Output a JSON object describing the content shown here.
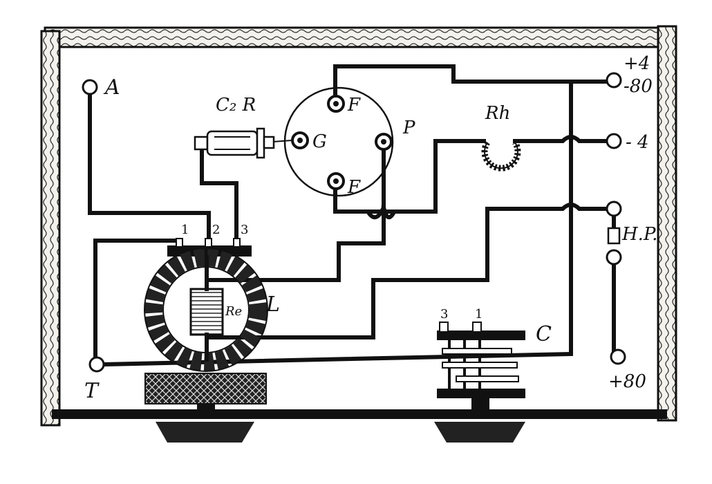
{
  "colors": {
    "ink": "#111111",
    "wood": "#f4f2ec",
    "paper": "#ffffff"
  },
  "labels": {
    "aerial": "A",
    "earth": "T",
    "condenser_resistor": "C₂ R",
    "grid": "G",
    "plate": "P",
    "filament_top": "F",
    "filament_bottom": "F",
    "rheostat": "Rh",
    "coil": "L",
    "reaction": "Re",
    "variable_condenser": "C",
    "headphones": "H.P.",
    "pos4": "+4",
    "neg80": "-80",
    "neg4": "- 4",
    "pos80": "+80",
    "tap1": "1",
    "tap2": "2",
    "tap3": "3",
    "cond3": "3",
    "cond1": "1"
  }
}
